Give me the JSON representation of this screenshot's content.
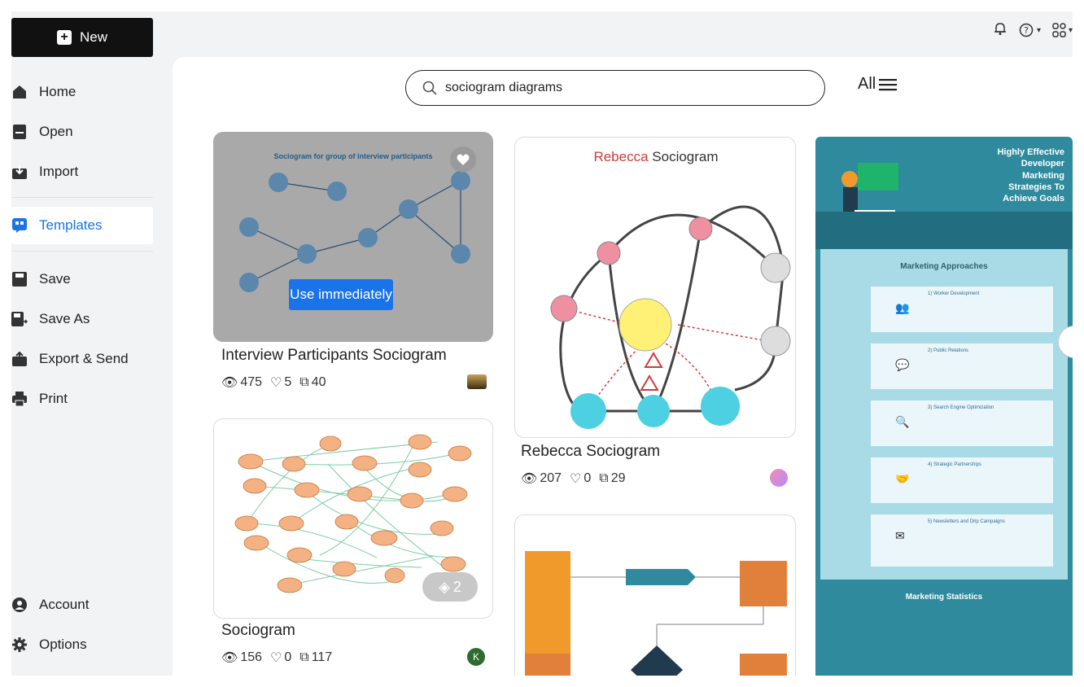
{
  "sidebar": {
    "new_label": "New",
    "items": [
      {
        "label": "Home",
        "icon": "home-icon"
      },
      {
        "label": "Open",
        "icon": "open-icon"
      },
      {
        "label": "Import",
        "icon": "import-icon"
      },
      {
        "label": "Templates",
        "icon": "templates-icon"
      },
      {
        "label": "Save",
        "icon": "save-icon"
      },
      {
        "label": "Save As",
        "icon": "save-as-icon"
      },
      {
        "label": "Export & Send",
        "icon": "export-icon"
      },
      {
        "label": "Print",
        "icon": "print-icon"
      },
      {
        "label": "Account",
        "icon": "account-icon"
      },
      {
        "label": "Options",
        "icon": "gear-icon"
      }
    ],
    "active": "Templates"
  },
  "topbar": {
    "icons": [
      "bell-icon",
      "help-icon",
      "apps-grid-icon"
    ]
  },
  "search": {
    "value": "sociogram diagrams"
  },
  "filter": {
    "label": "All"
  },
  "colors": {
    "accent": "#1a73e8",
    "dark": "#111111",
    "sidebar_bg": "#f2f3f5",
    "teal": "#2e8a9c"
  },
  "cards": [
    {
      "title": "Interview Participants Sociogram",
      "views": "475",
      "likes": "5",
      "copies": "40",
      "action_label": "Use immediately",
      "preview_title": "Sociogram for group of interview participants"
    },
    {
      "title": "Rebecca Sociogram",
      "views": "207",
      "likes": "0",
      "copies": "29",
      "preview_title_name": "Rebecca",
      "preview_title_rest": " Sociogram"
    },
    {
      "title": "Sociogram",
      "views": "156",
      "likes": "0",
      "copies": "117",
      "pages": "2",
      "avatar_letter": "K"
    },
    {
      "preview_heading": "Highly Effective Developer Marketing Strategies To Achieve Goals",
      "section1": "Marketing Approaches",
      "items": [
        "1) Worker Development",
        "2) Public Relations",
        "3) Search Engine Optimization",
        "4) Strategic Partnerships",
        "5) Newsletters and Drip Campaigns"
      ],
      "section2": "Marketing Statistics"
    }
  ]
}
